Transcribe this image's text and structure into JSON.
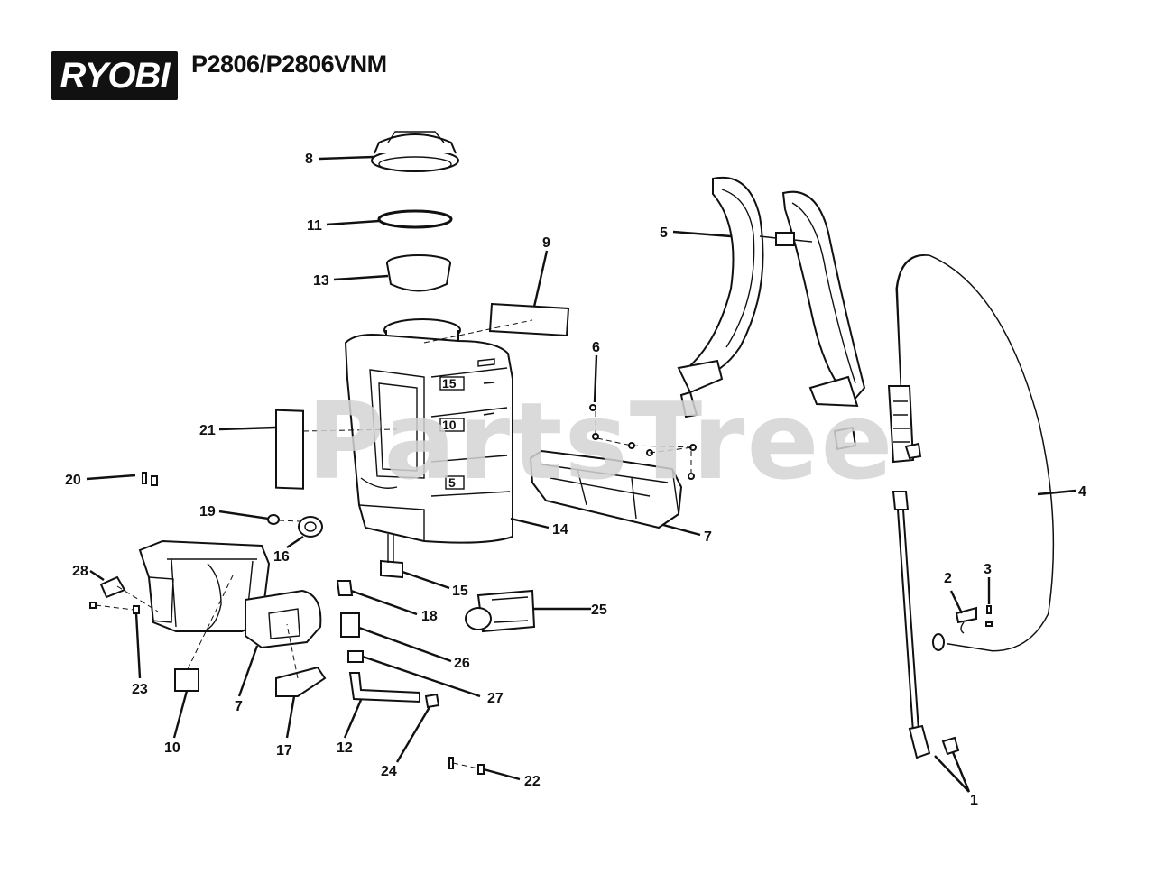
{
  "brand": {
    "logo_text": "RYOBI"
  },
  "header": {
    "model_title": "P2806/P2806VNM"
  },
  "watermark": "PartsTree",
  "tank_scale": [
    "15",
    "10",
    "5"
  ],
  "callouts": [
    {
      "id": "c8",
      "label": "8"
    },
    {
      "id": "c11",
      "label": "11"
    },
    {
      "id": "c13",
      "label": "13"
    },
    {
      "id": "c9",
      "label": "9"
    },
    {
      "id": "c5",
      "label": "5"
    },
    {
      "id": "c6",
      "label": "6"
    },
    {
      "id": "c4",
      "label": "4"
    },
    {
      "id": "c21",
      "label": "21"
    },
    {
      "id": "c20",
      "label": "20"
    },
    {
      "id": "c19",
      "label": "19"
    },
    {
      "id": "c16",
      "label": "16"
    },
    {
      "id": "c14",
      "label": "14"
    },
    {
      "id": "c7a",
      "label": "7"
    },
    {
      "id": "c28",
      "label": "28"
    },
    {
      "id": "c15",
      "label": "15"
    },
    {
      "id": "c18",
      "label": "18"
    },
    {
      "id": "c25",
      "label": "25"
    },
    {
      "id": "c2",
      "label": "2"
    },
    {
      "id": "c3",
      "label": "3"
    },
    {
      "id": "c26",
      "label": "26"
    },
    {
      "id": "c23",
      "label": "23"
    },
    {
      "id": "c7b",
      "label": "7"
    },
    {
      "id": "c27",
      "label": "27"
    },
    {
      "id": "c10",
      "label": "10"
    },
    {
      "id": "c17",
      "label": "17"
    },
    {
      "id": "c12",
      "label": "12"
    },
    {
      "id": "c24",
      "label": "24"
    },
    {
      "id": "c22",
      "label": "22"
    },
    {
      "id": "c1",
      "label": "1"
    }
  ]
}
